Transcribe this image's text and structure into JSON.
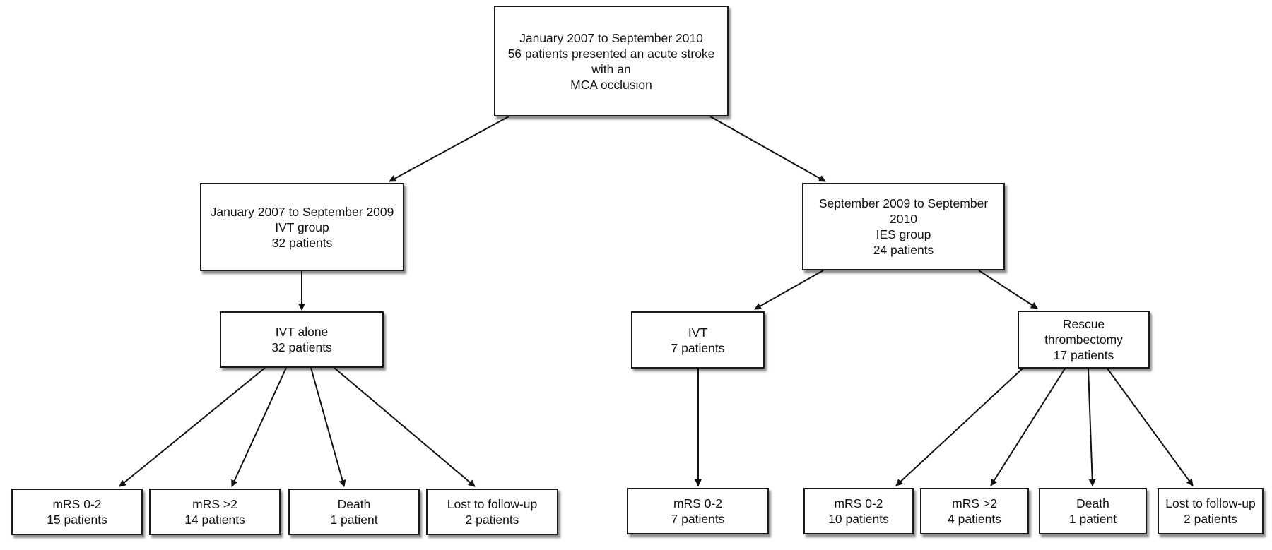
{
  "nodes": {
    "root": [
      "January 2007 to September 2010",
      "56 patients presented an acute stroke",
      "with an",
      "MCA occlusion"
    ],
    "ivt_group": [
      "January 2007 to September 2009",
      "IVT group",
      "32 patients"
    ],
    "ies_group": [
      "September 2009 to September",
      "2010",
      "IES group",
      "24 patients"
    ],
    "ivt_alone": [
      "IVT alone",
      "32 patients"
    ],
    "ivt": [
      "IVT",
      "7 patients"
    ],
    "rescue": [
      "Rescue",
      "thrombectomy",
      "17 patients"
    ],
    "out_ivta_mrs02": [
      "mRS 0-2",
      "15 patients"
    ],
    "out_ivta_mrs2": [
      "mRS >2",
      "14 patients"
    ],
    "out_ivta_death": [
      "Death",
      "1 patient"
    ],
    "out_ivta_lost": [
      "Lost to follow-up",
      "2 patients"
    ],
    "out_ivt_mrs02": [
      "mRS 0-2",
      "7 patients"
    ],
    "out_resc_mrs02": [
      "mRS 0-2",
      "10 patients"
    ],
    "out_resc_mrs2": [
      "mRS >2",
      "4 patients"
    ],
    "out_resc_death": [
      "Death",
      "1 patient"
    ],
    "out_resc_lost": [
      "Lost to follow-up",
      "2 patients"
    ]
  }
}
